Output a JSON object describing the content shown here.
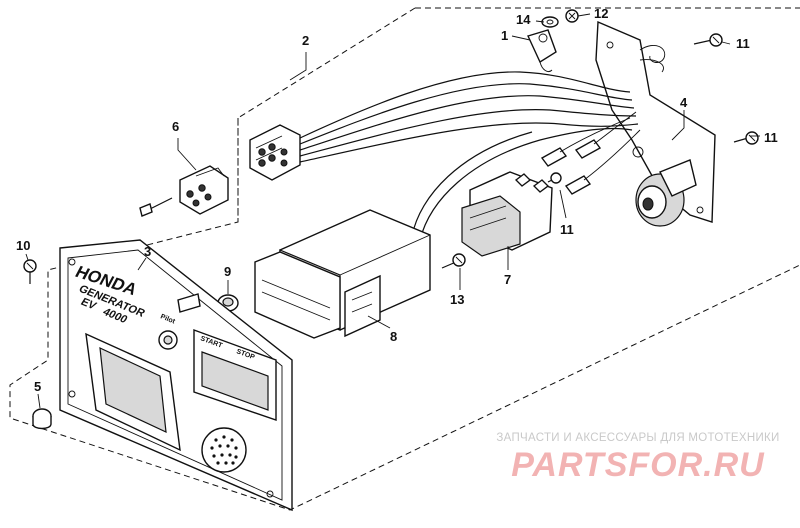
{
  "callouts": {
    "c1": "1",
    "c2": "2",
    "c3": "3",
    "c4": "4",
    "c5": "5",
    "c6": "6",
    "c7": "7",
    "c8": "8",
    "c9": "9",
    "c10": "10",
    "c11a": "11",
    "c11b": "11",
    "c11c": "11",
    "c12": "12",
    "c13": "13",
    "c14": "14"
  },
  "panel": {
    "brand": "HONDA",
    "model_line1": "GENERATOR",
    "model_line2": "EV",
    "model_number": "4000",
    "pilot_label": "Pilot",
    "start_label": "START",
    "stop_label": "STOP"
  },
  "watermark": {
    "line": "ЗАПЧАСТИ И АКСЕССУАРЫ ДЛЯ МОТОТЕХНИКИ",
    "logo": "PARTSFOR.RU"
  }
}
